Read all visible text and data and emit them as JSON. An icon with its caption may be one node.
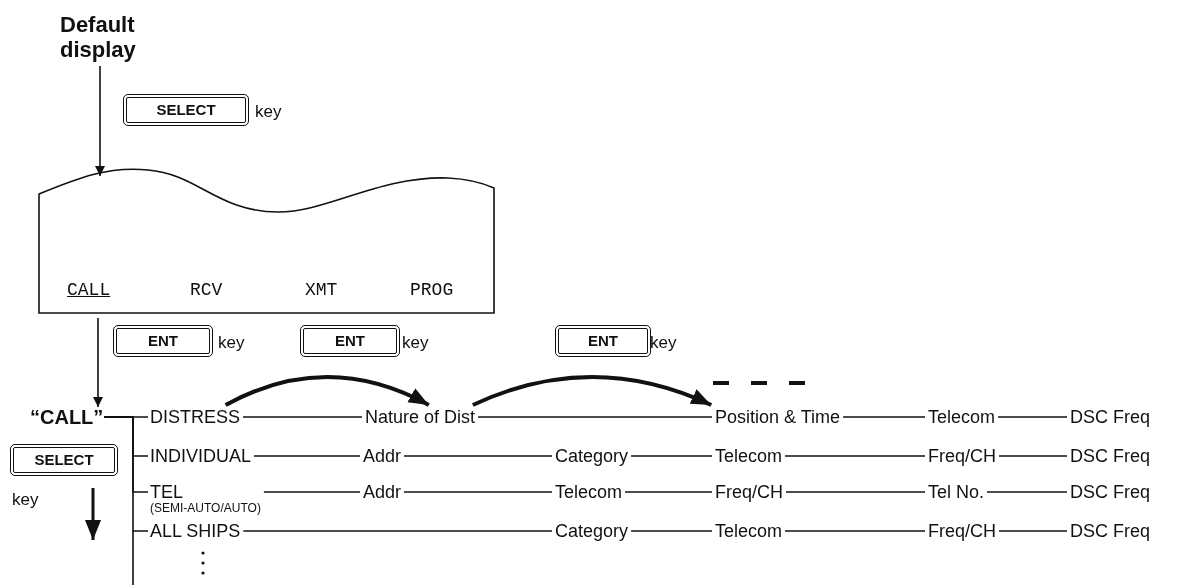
{
  "diagram": {
    "nodes": [
      {
        "text": [
          "Default display"
        ]
      },
      {
        "text": [
          "CALL",
          "RCV",
          "XMT",
          "PROG"
        ]
      },
      {
        "text": [
          "“CALL”"
        ]
      },
      {
        "text": [
          "DISTRESS"
        ]
      },
      {
        "text": [
          "Nature of Dist"
        ]
      },
      {
        "text": [
          "Position & Time"
        ]
      },
      {
        "text": [
          "Telecom"
        ]
      },
      {
        "text": [
          "DSC Freq"
        ]
      },
      {
        "text": [
          "INDIVIDUAL"
        ]
      },
      {
        "text": [
          "Addr"
        ]
      },
      {
        "text": [
          "Category"
        ]
      },
      {
        "text": [
          "Telecom"
        ]
      },
      {
        "text": [
          "Freq/CH"
        ]
      },
      {
        "text": [
          "DSC Freq"
        ]
      },
      {
        "text": [
          "TEL",
          "(SEMI-AUTO/AUTO)"
        ]
      },
      {
        "text": [
          "Addr"
        ]
      },
      {
        "text": [
          "Telecom"
        ]
      },
      {
        "text": [
          "Freq/CH"
        ]
      },
      {
        "text": [
          "Tel No."
        ]
      },
      {
        "text": [
          "DSC Freq"
        ]
      },
      {
        "text": [
          "ALL SHIPS"
        ]
      },
      {
        "text": [
          "Category"
        ]
      },
      {
        "text": [
          "Telecom"
        ]
      },
      {
        "text": [
          "Freq/CH"
        ]
      },
      {
        "text": [
          "DSC Freq"
        ]
      }
    ],
    "edges": [
      {
        "from": 0,
        "to": 1,
        "arrow": "to"
      },
      {
        "from": 1,
        "to": 2,
        "arrow": "to"
      },
      {
        "from": 2,
        "to": 3,
        "arrow": "none"
      },
      {
        "from": 2,
        "to": 8,
        "arrow": "none"
      },
      {
        "from": 2,
        "to": 14,
        "arrow": "none"
      },
      {
        "from": 2,
        "to": 20,
        "arrow": "none"
      },
      {
        "from": 3,
        "to": 4,
        "arrow": "none"
      },
      {
        "from": 4,
        "to": 5,
        "arrow": "none"
      },
      {
        "from": 5,
        "to": 6,
        "arrow": "none"
      },
      {
        "from": 6,
        "to": 7,
        "arrow": "none"
      },
      {
        "from": 8,
        "to": 9,
        "arrow": "none"
      },
      {
        "from": 9,
        "to": 10,
        "arrow": "none"
      },
      {
        "from": 10,
        "to": 11,
        "arrow": "none"
      },
      {
        "from": 11,
        "to": 12,
        "arrow": "none"
      },
      {
        "from": 12,
        "to": 13,
        "arrow": "none"
      },
      {
        "from": 14,
        "to": 15,
        "arrow": "none"
      },
      {
        "from": 15,
        "to": 16,
        "arrow": "none"
      },
      {
        "from": 16,
        "to": 17,
        "arrow": "none"
      },
      {
        "from": 17,
        "to": 18,
        "arrow": "none"
      },
      {
        "from": 18,
        "to": 19,
        "arrow": "none"
      },
      {
        "from": 20,
        "to": 21,
        "arrow": "none"
      },
      {
        "from": 21,
        "to": 22,
        "arrow": "none"
      },
      {
        "from": 22,
        "to": 23,
        "arrow": "none"
      },
      {
        "from": 23,
        "to": 24,
        "arrow": "none"
      },
      {
        "from": 3,
        "to": 4,
        "arrow": "to",
        "style": "thick"
      },
      {
        "from": 4,
        "to": 5,
        "arrow": "to",
        "style": "thick"
      }
    ],
    "labels": [
      "SELECT",
      "key",
      "ENT",
      "key",
      "ENT",
      "key",
      "ENT",
      "key",
      "SELECT",
      "key"
    ]
  }
}
